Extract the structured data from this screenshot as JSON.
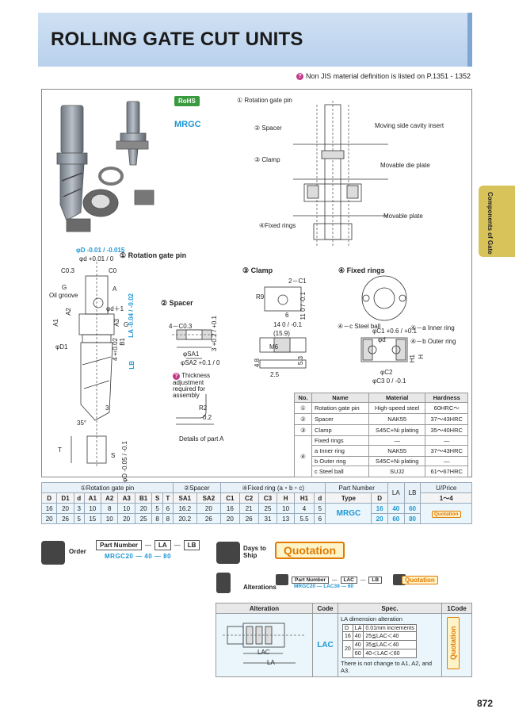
{
  "page": {
    "title": "ROLLING GATE CUT UNITS",
    "jis_note": "Non JIS material definition is listed on P.1351 - 1352",
    "side_tab": "Components of Gate",
    "page_number": "872"
  },
  "product": {
    "rohs": "RoHS",
    "type_code": "MRGC"
  },
  "drawing_labels": {
    "assembly": {
      "rotation_gate_pin": "① Rotation gate pin",
      "spacer": "② Spacer",
      "clamp": "③ Clamp",
      "fixed_rings": "④Fixed rings",
      "moving_insert": "Moving side cavity insert",
      "movable_die_plate": "Movable die plate",
      "movable_plate": "Movable plate"
    },
    "pin": {
      "title": "① Rotation gate pin",
      "d_tol": "φD -0.01 / -0.015",
      "d2_tol": "φd +0.01 / 0",
      "c03": "C0.3",
      "c0": "C0",
      "g": "G",
      "oil_groove": "Oil groove",
      "a": "A",
      "d_plus1": "φd＋1",
      "la_tol": "LA -0.04 / -0.02",
      "a2": "A2",
      "a1": "A1",
      "a3": "A3",
      "g2": "G",
      "d1": "φD1",
      "b1": "B1",
      "four_tol": "4±0.02",
      "lb": "LB",
      "three": "3",
      "angle": "35°",
      "t": "T",
      "s": "S",
      "d_tol2": "φD -0.05 / -0.1"
    },
    "spacer": {
      "title": "② Spacer",
      "chamfer": "4－C0.3",
      "thick": "3 +0.2 / +0.1",
      "sa1": "φSA1",
      "sa2": "φSA2 +0.1 / 0",
      "note": "Thickness adjustment required for assembly"
    },
    "detail": {
      "r2": "R2",
      "v02": "0.2",
      "title": "Details of part A"
    },
    "clamp": {
      "title": "③ Clamp",
      "c1": "2－C1",
      "r9": "R9",
      "h11": "11 0 / -0.1",
      "six": "6",
      "fourteen": "14 0 / -0.1",
      "fifteen9": "(15.9)",
      "m6": "M6",
      "h48": "4.8",
      "h53": "5.3",
      "w25": "2.5"
    },
    "rings": {
      "title": "④ Fixed rings",
      "c_steel": "④－c Steel ball",
      "a_inner": "④－a Inner ring",
      "b_outer": "④－b Outer ring",
      "c1": "φC1 +0.6 / +0.1",
      "d": "φd",
      "h1": "H1",
      "h": "H",
      "c2": "φC2",
      "c3": "φC3 0 / -0.1"
    }
  },
  "materials": {
    "headers": [
      "No.",
      "Name",
      "Material",
      "Hardness"
    ],
    "rows": [
      {
        "no": "①",
        "name": "Rotation gate pin",
        "material": "High-speed steel",
        "hardness": "60HRC～"
      },
      {
        "no": "②",
        "name": "Spacer",
        "material": "NAK55",
        "hardness": "37～43HRC"
      },
      {
        "no": "③",
        "name": "Clamp",
        "material": "S45C+Ni plating",
        "hardness": "35～40HRC"
      },
      {
        "no": "",
        "name": "Fixed rings",
        "material": "—",
        "hardness": "—"
      },
      {
        "no": "④",
        "name": "a  Inner ring",
        "material": "NAK55",
        "hardness": "37～43HRC"
      },
      {
        "no": "",
        "name": "b  Outer ring",
        "material": "S45C+Ni plating",
        "hardness": "—"
      },
      {
        "no": "",
        "name": "c  Steel ball",
        "material": "SUJ2",
        "hardness": "61～67HRC"
      }
    ]
  },
  "spec": {
    "groups": {
      "pin": "①Rotation gate pin",
      "spacer": "②Spacer",
      "ring": "④Fixed ring (a・b・c)",
      "part_number": "Part Number",
      "la": "LA",
      "lb": "LB",
      "price": "U/Price"
    },
    "cols": [
      "D",
      "D1",
      "d",
      "A1",
      "A2",
      "A3",
      "B1",
      "S",
      "T",
      "SA1",
      "SA2",
      "C1",
      "C2",
      "C3",
      "H",
      "H1",
      "d",
      "Type",
      "D"
    ],
    "qty": "1～4",
    "type": "MRGC",
    "quotation": "Quotation",
    "rows": [
      {
        "vals": [
          "16",
          "20",
          "3",
          "10",
          "8",
          "10",
          "20",
          "5",
          "6",
          "16.2",
          "20",
          "16",
          "21",
          "25",
          "10",
          "4",
          "5"
        ],
        "pd": "16",
        "la": [
          "40"
        ],
        "lb": [
          "60"
        ]
      },
      {
        "vals": [
          "20",
          "26",
          "5",
          "15",
          "10",
          "20",
          "25",
          "8",
          "8",
          "20.2",
          "26",
          "20",
          "26",
          "31",
          "13",
          "5.5",
          "6"
        ],
        "pd": "20",
        "la": [
          "60"
        ],
        "lb": [
          "80"
        ]
      }
    ]
  },
  "order": {
    "label": "Order",
    "part_number": "Part Number",
    "la": "LA",
    "lb": "LB",
    "dash": "—",
    "example": "MRGC20  —  40  —  80"
  },
  "shipping": {
    "label": "Days to Ship",
    "quotation": "Quotation"
  },
  "alterations": {
    "label": "Alterations",
    "part_number": "Part Number",
    "lac": "LAC",
    "lb": "LB",
    "example": "MRGC20  —  LAC39  —  60",
    "quotation": "Quotation",
    "headers": [
      "Alteration",
      "Code",
      "Spec.",
      "1Code"
    ],
    "code": "LAC",
    "spec_title": "LA dimension alteration",
    "inner": {
      "head": [
        "D",
        "LA",
        "0.01mm increments"
      ],
      "rows": [
        [
          "16",
          "40",
          "25≦LAC＜40"
        ],
        [
          "20",
          "40",
          "35≦LAC＜40"
        ],
        [
          "",
          "60",
          "40＜LAC＜60"
        ]
      ]
    },
    "note": "There is not change to A1, A2, and A3.",
    "lac_label": "LAC",
    "la_label": "LA"
  }
}
